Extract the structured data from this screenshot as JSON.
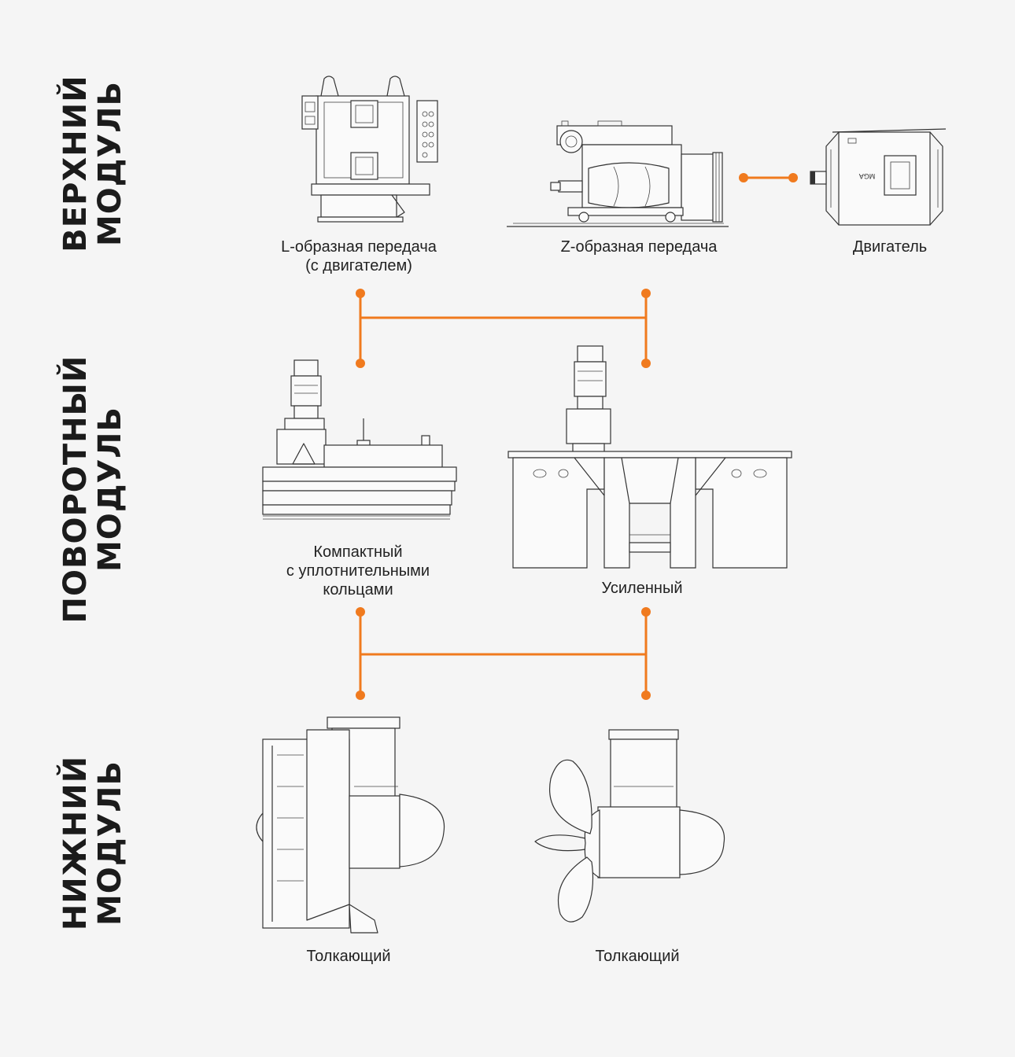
{
  "modules": [
    {
      "id": "top",
      "title_lines": [
        "ВЕРХНИЙ",
        "МОДУЛЬ"
      ]
    },
    {
      "id": "rotary",
      "title_lines": [
        "ПОВОРОТНЫЙ",
        "МОДУЛЬ"
      ]
    },
    {
      "id": "bottom",
      "title_lines": [
        "НИЖНИЙ",
        "МОДУЛЬ"
      ]
    }
  ],
  "items": {
    "l_drive": {
      "caption_lines": [
        "L-образная передача",
        "(с двигателем)"
      ]
    },
    "z_drive": {
      "caption_lines": [
        "Z-образная передача"
      ]
    },
    "motor": {
      "caption_lines": [
        "Двигатель"
      ],
      "nameplate": "MGA"
    },
    "compact": {
      "caption_lines": [
        "Компактный",
        "с уплотнительными",
        "кольцами"
      ]
    },
    "reinforced": {
      "caption_lines": [
        "Усиленный"
      ]
    },
    "pusher_nozzle": {
      "caption_lines": [
        "Толкающий"
      ]
    },
    "pusher_open": {
      "caption_lines": [
        "Толкающий"
      ]
    }
  },
  "colors": {
    "accent": "#f07a1e",
    "background": "#f5f5f5",
    "line_art": "#333333",
    "text": "#1a1a1a"
  }
}
